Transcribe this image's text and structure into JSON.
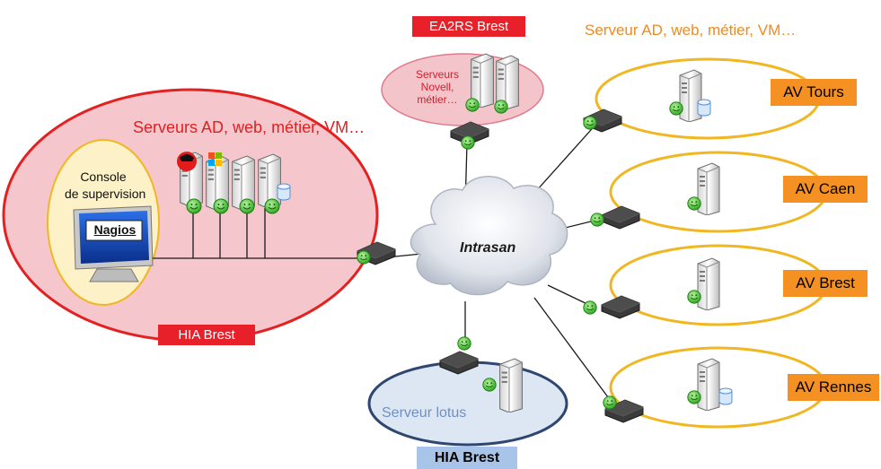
{
  "sites": {
    "hia_main": {
      "label": "HIA Brest",
      "servers_caption": "Serveurs AD, web, métier, VM…",
      "console_line1": "Console",
      "console_line2": "de supervision",
      "nagios": "Nagios"
    },
    "ea2rs": {
      "label": "EA2RS Brest",
      "servers_line1": "Serveurs",
      "servers_line2": "Novell,",
      "servers_line3": "métier…"
    },
    "av_caption": "Serveur AD, web, métier, VM…",
    "av_sites": [
      {
        "label": "AV Tours"
      },
      {
        "label": "AV Caen"
      },
      {
        "label": "AV Brest"
      },
      {
        "label": "AV Rennes"
      }
    ],
    "hia_lotus": {
      "label": "HIA  Brest",
      "server_caption": "Serveur lotus"
    }
  },
  "network": {
    "cloud_label": "Intrasan"
  },
  "colors": {
    "hia_fill": "#f5c7cd",
    "hia_border": "#e42121",
    "console_fill": "#fdf2c7",
    "console_border": "#f0b722",
    "av_border": "#f0b722",
    "ea2rs_fill": "#f4c4cb",
    "lotus_fill": "#dde7f3",
    "lotus_border": "#2f4770",
    "red_label": "#e8202a",
    "orange_label": "#f59122",
    "blue_label": "#a8c4e8",
    "red_text": "#e02020",
    "orange_text": "#f08a20",
    "blue_text": "#6f8fc4"
  }
}
